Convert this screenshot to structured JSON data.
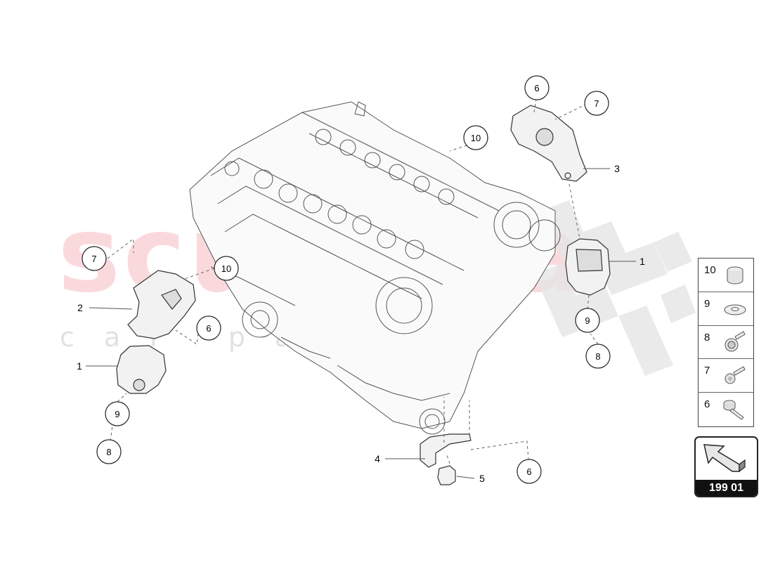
{
  "watermark": {
    "brand": "scuderia",
    "subtitle": "car parts"
  },
  "callouts": [
    {
      "id": "c7-left",
      "label": "7"
    },
    {
      "id": "c10-left",
      "label": "10"
    },
    {
      "id": "c2-left",
      "label": "2"
    },
    {
      "id": "c6-left",
      "label": "6"
    },
    {
      "id": "c1-left",
      "label": "1"
    },
    {
      "id": "c9-left",
      "label": "9"
    },
    {
      "id": "c8-left",
      "label": "8"
    },
    {
      "id": "c6-top",
      "label": "6"
    },
    {
      "id": "c7-top",
      "label": "7"
    },
    {
      "id": "c10-top",
      "label": "10"
    },
    {
      "id": "c3-right",
      "label": "3"
    },
    {
      "id": "c1-right",
      "label": "1"
    },
    {
      "id": "c9-right",
      "label": "9"
    },
    {
      "id": "c8-right",
      "label": "8"
    },
    {
      "id": "c4-bottom",
      "label": "4"
    },
    {
      "id": "c5-bottom",
      "label": "5"
    },
    {
      "id": "c6-bottom",
      "label": "6"
    }
  ],
  "legend": [
    {
      "number": "10",
      "icon": "spacer-sleeve-icon"
    },
    {
      "number": "9",
      "icon": "washer-icon"
    },
    {
      "number": "8",
      "icon": "flange-bolt-icon"
    },
    {
      "number": "7",
      "icon": "hex-bolt-icon"
    },
    {
      "number": "6",
      "icon": "socket-screw-icon"
    }
  ],
  "nav": {
    "icon": "arrow-icon",
    "page_label": "199 01"
  },
  "colors": {
    "ink": "#222222",
    "watermark_red": "#ec7882",
    "label_bg": "#111111"
  }
}
